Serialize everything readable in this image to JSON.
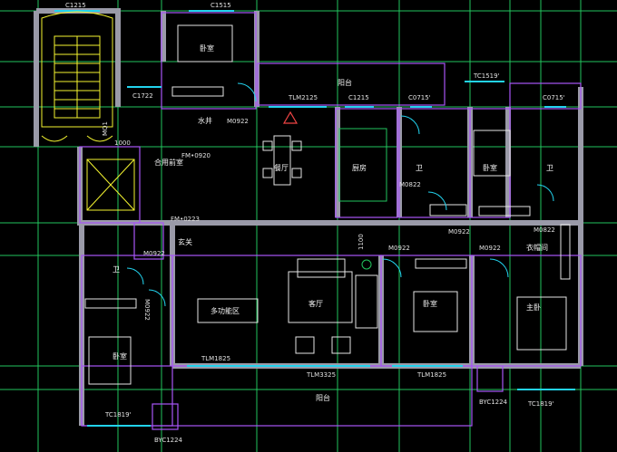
{
  "rooms": {
    "bedroom_top": "卧室",
    "balcony_top": "阳台",
    "water_well": "水井",
    "dining": "餐厅",
    "kitchen": "厨房",
    "bath_mid": "卫",
    "bedroom_right": "卧室",
    "bath_right": "卫",
    "shared_front": "合用前室",
    "entry": "玄关",
    "bath_left": "卫",
    "multi": "多功能区",
    "living": "客厅",
    "bedroom_mid": "卧室",
    "closet": "衣帽间",
    "master": "主卧",
    "bedroom_left": "卧室",
    "balcony_bottom": "阳台"
  },
  "tags": {
    "c1215_a": "C1215",
    "c1515": "C1515",
    "c1722": "C1722",
    "tlm2125": "TLM2125",
    "c1215_b": "C1215",
    "c0715_a": "C0715'",
    "tc1519": "TC1519'",
    "c0715_b": "C0715'",
    "m0922_a": "M0922",
    "m0822_a": "M0822",
    "m0922_b": "M0922",
    "m0822_b": "M0822",
    "fm_a": "FM•0920",
    "fm_b": "FM•0223",
    "m0922_c": "M0922",
    "m0922_d": "M0922",
    "m0922_e": "M0922",
    "m0922_f": "M0922",
    "tlm1825_a": "TLM1825",
    "tlm3325": "TLM3325",
    "tlm1825_b": "TLM1825",
    "byc1224_a": "BYC1224",
    "tc1819_a": "TC1819'",
    "tc1819_b": "TC1819'",
    "byc1224_b": "BYC1224",
    "dim_1000": "1000",
    "dim_1100": "1100",
    "mq": "MQ1"
  },
  "colors": {
    "background": "#000000",
    "wall": "#9a9aa8",
    "grid": "#22c55e",
    "partition": "#a855f7",
    "window": "#22d3ee",
    "stair": "#f5f530",
    "marker": "#ef4444"
  }
}
